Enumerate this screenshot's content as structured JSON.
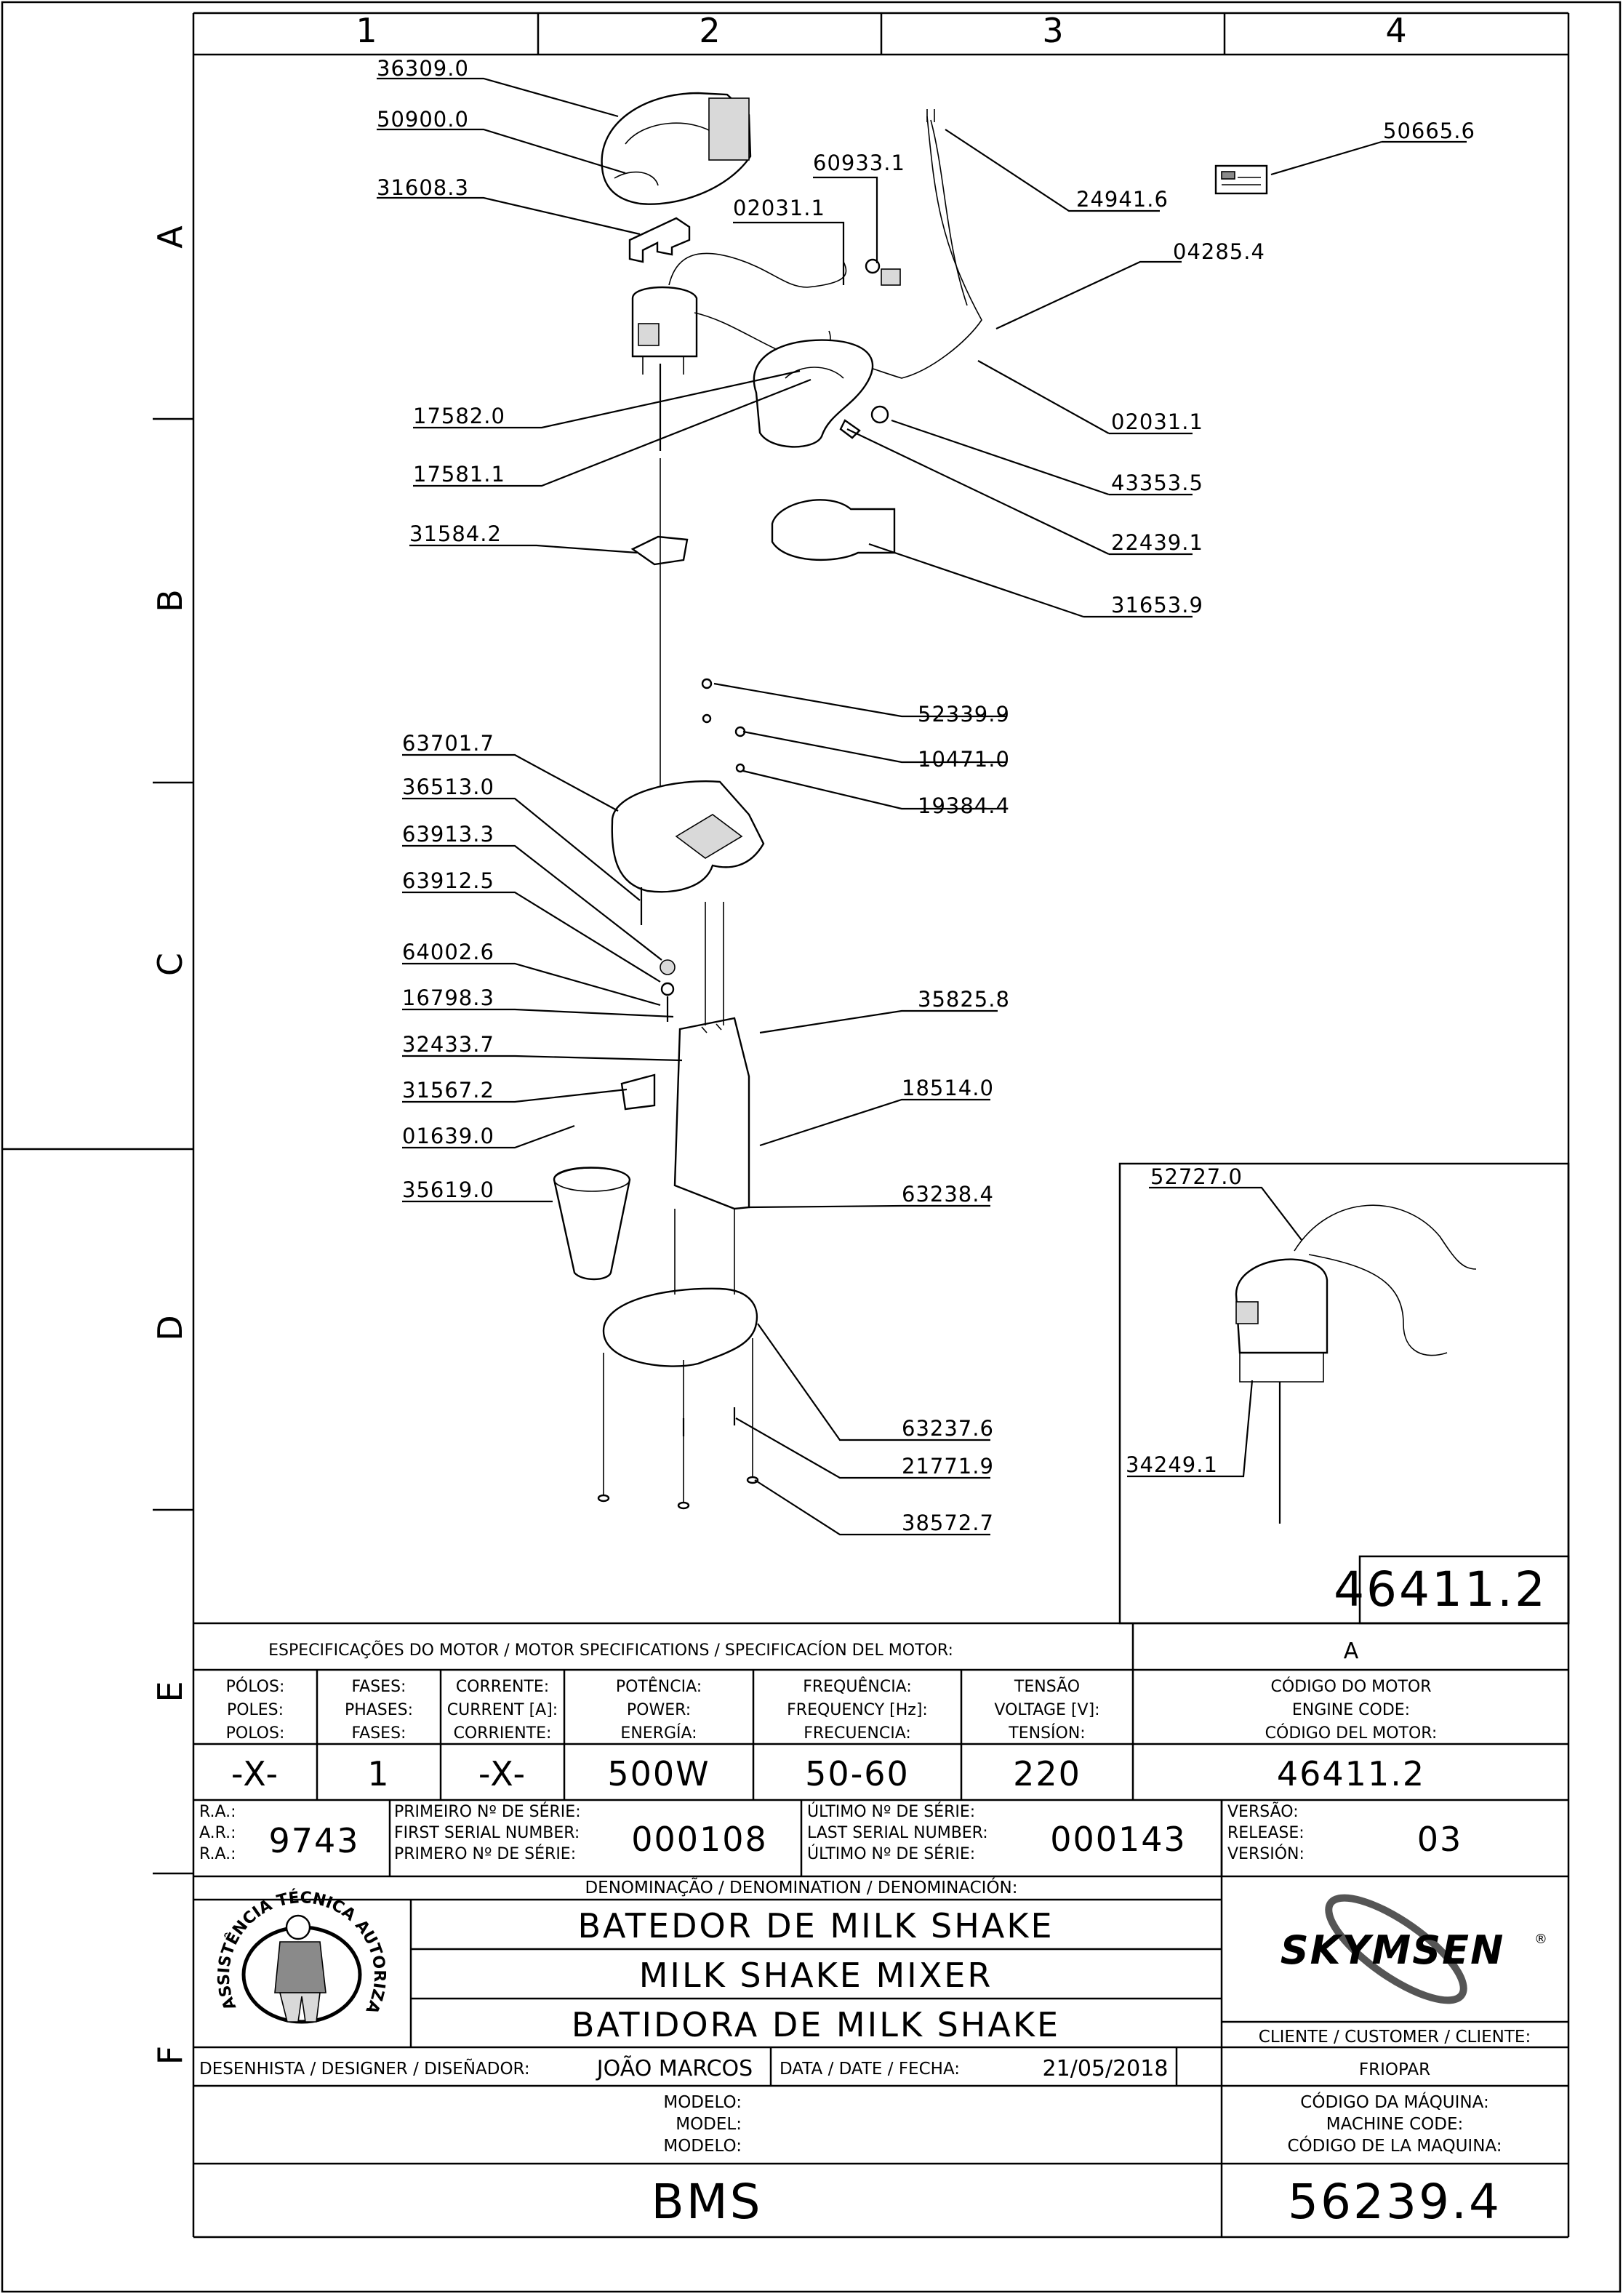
{
  "drawing": {
    "columns": [
      "1",
      "2",
      "3",
      "4"
    ],
    "rows": [
      "A",
      "B",
      "C",
      "D",
      "E",
      "F"
    ],
    "drawing_code": "46411.2"
  },
  "parts": [
    "36309.0",
    "50900.0",
    "31608.3",
    "60933.1",
    "02031.1",
    "24941.6",
    "50665.6",
    "04285.4",
    "17582.0",
    "02031.1",
    "17581.1",
    "43353.5",
    "22439.1",
    "31584.2",
    "31653.9",
    "52339.9",
    "10471.0",
    "19384.4",
    "63701.7",
    "36513.0",
    "63913.3",
    "63912.5",
    "64002.6",
    "16798.3",
    "35825.8",
    "32433.7",
    "31567.2",
    "18514.0",
    "01639.0",
    "35619.0",
    "63238.4",
    "63237.6",
    "21771.9",
    "38572.7"
  ],
  "inset": {
    "parts": [
      "52727.0",
      "34249.1"
    ]
  },
  "motor_specs": {
    "title": "ESPECIFICAÇÕES DO MOTOR / MOTOR SPECIFICATIONS / SPECIFICACÍON DEL MOTOR:",
    "variant": "A",
    "headers": [
      [
        "PÓLOS:",
        "POLES:",
        "POLOS:"
      ],
      [
        "FASES:",
        "PHASES:",
        "FASES:"
      ],
      [
        "CORRENTE:",
        "CURRENT [A]:",
        "CORRIENTE:"
      ],
      [
        "POTÊNCIA:",
        "POWER:",
        "ENERGÍA:"
      ],
      [
        "FREQUÊNCIA:",
        "FREQUENCY [Hz]:",
        "FRECUENCIA:"
      ],
      [
        "TENSÃO",
        "VOLTAGE [V]:",
        "TENSÍON:"
      ],
      [
        "CÓDIGO DO MOTOR",
        "ENGINE CODE:",
        "CÓDIGO DEL MOTOR:"
      ]
    ],
    "values": [
      "-X-",
      "1",
      "-X-",
      "500W",
      "50-60",
      "220",
      "46411.2"
    ]
  },
  "serial": {
    "ra_labels": [
      "R.A.:",
      "A.R.:",
      "R.A.:"
    ],
    "ra_value": "9743",
    "first_labels": [
      "PRIMEIRO Nº DE SÉRIE:",
      "FIRST SERIAL NUMBER:",
      "PRIMERO Nº DE SÉRIE:"
    ],
    "first_value": "000108",
    "last_labels": [
      "ÚLTIMO Nº DE SÉRIE:",
      "LAST SERIAL NUMBER:",
      "ÚLTIMO Nº DE SÉRIE:"
    ],
    "last_value": "000143",
    "version_labels": [
      "VERSÃO:",
      "RELEASE:",
      "VERSIÓN:"
    ],
    "version_value": "03"
  },
  "denomination": {
    "label": "DENOMINAÇÃO / DENOMINATION / DENOMINACIÓN:",
    "names": [
      "BATEDOR DE MILK SHAKE",
      "MILK SHAKE MIXER",
      "BATIDORA DE MILK SHAKE"
    ]
  },
  "brand": {
    "name": "SKYMSEN",
    "mark": "®",
    "seal_text": "ASSISTÊNCIA TÉCNICA AUTORIZADA"
  },
  "designer": {
    "label": "DESENHISTA / DESIGNER / DISEÑADOR:",
    "value": "JOÃO MARCOS"
  },
  "date": {
    "label": "DATA / DATE / FECHA:",
    "value": "21/05/2018"
  },
  "client": {
    "label": "CLIENTE / CUSTOMER / CLIENTE:",
    "value": "FRIOPAR"
  },
  "model": {
    "labels": [
      "MODELO:",
      "MODEL:",
      "MODELO:"
    ],
    "value": "BMS"
  },
  "machine_code": {
    "labels": [
      "CÓDIGO DA MÁQUINA:",
      "MACHINE CODE:",
      "CÓDIGO DE LA MAQUINA:"
    ],
    "value": "56239.4"
  }
}
